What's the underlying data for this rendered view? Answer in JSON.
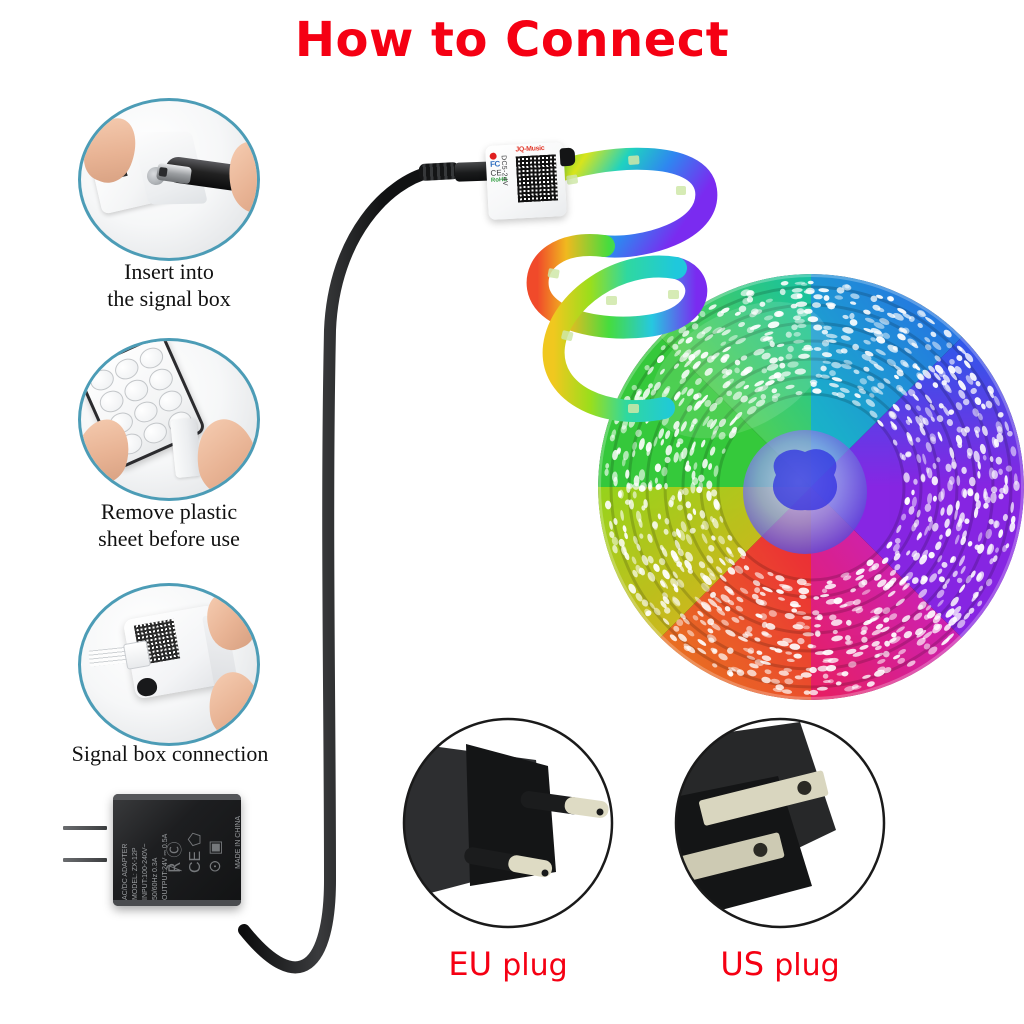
{
  "title": "How to Connect",
  "theme": {
    "title_color": "#f50013",
    "caption_color": "#111111",
    "bubble_border": "#4c9cb6",
    "plug_circle_border": "#1a1a1a",
    "background": "#ffffff"
  },
  "steps": [
    {
      "id": "insert-into-signal-box",
      "caption": "Insert into\nthe signal box",
      "icon": "dc-plug-into-controller-photo"
    },
    {
      "id": "remove-plastic-sheet",
      "caption": "Remove plastic\nsheet before use",
      "icon": "remote-battery-tab-photo"
    },
    {
      "id": "signal-box-connection",
      "caption": "Signal box connection",
      "icon": "controller-wire-harness-photo"
    }
  ],
  "controller": {
    "name": "signal-box",
    "voltage_label": "DC5-24V",
    "brand_label": "JQ-Music",
    "certifications": [
      "FC",
      "CE",
      "RoHS"
    ],
    "qr_label": "qr-code",
    "ir_label": "ir-receiver"
  },
  "adapter": {
    "name": "ac-dc-power-adapter",
    "lines": [
      "AC/DC ADAPTER",
      "MODEL: ZX-12P",
      "INPUT:100-240V~",
      "50/60Hz  0.3A",
      "OUTPUT:24V ⎓ 0.5A"
    ],
    "origin": "MADE IN CHINA",
    "certifications": "℟ Ⓒ CE ⬠ ⊙ ▣"
  },
  "plug_options": [
    {
      "id": "eu-plug",
      "label_strong": "EU",
      "label_rest": "plug",
      "pin_style": "round-pins"
    },
    {
      "id": "us-plug",
      "label_strong": "US",
      "label_rest": "plug",
      "pin_style": "flat-blades"
    }
  ],
  "product": {
    "reel_name": "rgb-led-strip-reel",
    "strip_name": "rgb-led-strip-ribbon",
    "reel_colors": [
      "#26c24a",
      "#17c8c0",
      "#2a6cf0",
      "#7b2cf0",
      "#e22bd0",
      "#f01f4a",
      "#f0a81f",
      "#b8e01f"
    ]
  },
  "chart_data": null
}
